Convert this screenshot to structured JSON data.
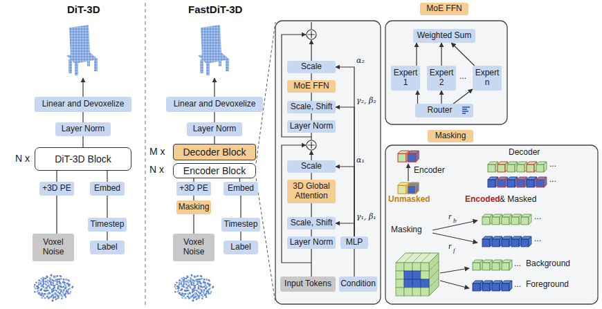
{
  "diagram": {
    "nodes": [
      {
        "text": [
          "Voxel Noise"
        ]
      },
      {
        "text": [
          "+3D PE"
        ]
      },
      {
        "text": [
          "Embed"
        ]
      },
      {
        "text": [
          "Timestep"
        ]
      },
      {
        "text": [
          "Label"
        ]
      },
      {
        "text": [
          "DiT-3D Block"
        ]
      },
      {
        "text": [
          "Layer Norm"
        ]
      },
      {
        "text": [
          "Linear and Devoxelize"
        ]
      },
      {
        "text": [
          "Voxel Noise"
        ]
      },
      {
        "text": [
          "Masking"
        ]
      },
      {
        "text": [
          "+3D PE"
        ]
      },
      {
        "text": [
          "Embed"
        ]
      },
      {
        "text": [
          "Timestep"
        ]
      },
      {
        "text": [
          "Label"
        ]
      },
      {
        "text": [
          "Encoder Block"
        ]
      },
      {
        "text": [
          "Decoder Block"
        ]
      },
      {
        "text": [
          "Layer Norm"
        ]
      },
      {
        "text": [
          "Linear and Devoxelize"
        ]
      },
      {
        "text": [
          "Input Tokens"
        ]
      },
      {
        "text": [
          "Layer Norm"
        ]
      },
      {
        "text": [
          "Scale, Shift"
        ]
      },
      {
        "text": [
          "3D Global Attention"
        ]
      },
      {
        "text": [
          "Scale"
        ]
      },
      {
        "text": [
          "Layer Norm"
        ]
      },
      {
        "text": [
          "Scale, Shift"
        ]
      },
      {
        "text": [
          "MoE FFN"
        ]
      },
      {
        "text": [
          "Scale"
        ]
      },
      {
        "text": [
          "Condition"
        ]
      },
      {
        "text": [
          "MLP"
        ]
      },
      {
        "text": [
          "MoE FFN"
        ]
      },
      {
        "text": [
          "Weighted Sum"
        ]
      },
      {
        "text": [
          "Expert 1"
        ]
      },
      {
        "text": [
          "Expert 2"
        ]
      },
      {
        "text": [
          "Expert n"
        ]
      },
      {
        "text": [
          "Router"
        ]
      },
      {
        "text": [
          "Masking"
        ]
      }
    ],
    "edges": [
      {
        "from": 0,
        "to": 1,
        "arrow": "none"
      },
      {
        "from": 1,
        "to": 5,
        "arrow": "none"
      },
      {
        "from": 4,
        "to": 3,
        "arrow": "none"
      },
      {
        "from": 3,
        "to": 2,
        "arrow": "none"
      },
      {
        "from": 2,
        "to": 5,
        "arrow": "none"
      },
      {
        "from": 5,
        "to": 6,
        "arrow": "none"
      },
      {
        "from": 6,
        "to": 7,
        "arrow": "none"
      },
      {
        "from": 8,
        "to": 9,
        "arrow": "none"
      },
      {
        "from": 9,
        "to": 10,
        "arrow": "none"
      },
      {
        "from": 10,
        "to": 14,
        "arrow": "none"
      },
      {
        "from": 13,
        "to": 12,
        "arrow": "none"
      },
      {
        "from": 12,
        "to": 11,
        "arrow": "none"
      },
      {
        "from": 11,
        "to": 14,
        "arrow": "none"
      },
      {
        "from": 15,
        "to": 16,
        "arrow": "none"
      },
      {
        "from": 16,
        "to": 17,
        "arrow": "none"
      },
      {
        "from": 18,
        "to": 19,
        "arrow": "none"
      },
      {
        "from": 19,
        "to": 20,
        "arrow": "none"
      },
      {
        "from": 20,
        "to": 21,
        "arrow": "none"
      },
      {
        "from": 21,
        "to": 22,
        "arrow": "none"
      },
      {
        "from": 23,
        "to": 24,
        "arrow": "none"
      },
      {
        "from": 24,
        "to": 25,
        "arrow": "none"
      },
      {
        "from": 25,
        "to": 26,
        "arrow": "none"
      },
      {
        "from": 27,
        "to": 28,
        "arrow": "none"
      },
      {
        "from": 28,
        "to": 20,
        "label": "γ₁, β₁",
        "arrow": "to"
      },
      {
        "from": 28,
        "to": 22,
        "label": "α₁",
        "arrow": "to"
      },
      {
        "from": 28,
        "to": 24,
        "label": "γ₂, β₂",
        "arrow": "to"
      },
      {
        "from": 28,
        "to": 26,
        "label": "α₂",
        "arrow": "to"
      },
      {
        "from": 34,
        "to": 31,
        "arrow": "to"
      },
      {
        "from": 34,
        "to": 32,
        "arrow": "to"
      },
      {
        "from": 34,
        "to": 33,
        "arrow": "to"
      },
      {
        "from": 31,
        "to": 30,
        "arrow": "to"
      },
      {
        "from": 32,
        "to": 30,
        "arrow": "to"
      },
      {
        "from": 33,
        "to": 30,
        "arrow": "to"
      }
    ],
    "labels": [
      "DiT-3D",
      "N x",
      "FastDiT-3D",
      "M x",
      "N x",
      "...",
      "Encoder",
      "Unmasked",
      "Decoder",
      "Encoded",
      "& Masked",
      "Masking",
      "r",
      "b",
      "r",
      "f",
      "...",
      "...",
      "...",
      "...",
      "...",
      "Background",
      "...",
      "Foreground"
    ]
  }
}
